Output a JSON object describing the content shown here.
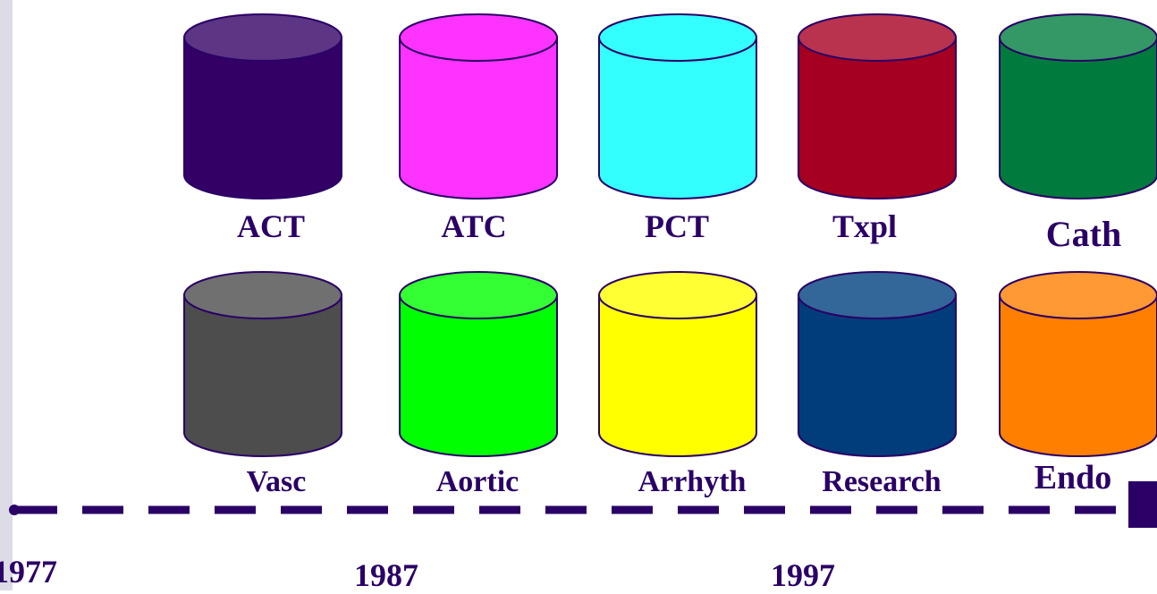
{
  "databases": [
    {
      "label": "ACT",
      "color": "#330066",
      "top_color": "#5c3585"
    },
    {
      "label": "ATC",
      "color": "#ff33ff",
      "top_color": "#ff33ff"
    },
    {
      "label": "PCT",
      "color": "#33ffff",
      "top_color": "#33ffff"
    },
    {
      "label": "Txpl",
      "color": "#a50021",
      "top_color": "#b9334f"
    },
    {
      "label": "Cath",
      "color": "#007a3d",
      "top_color": "#339866"
    },
    {
      "label": "Vasc",
      "color": "#4d4d4d",
      "top_color": "#707070"
    },
    {
      "label": "Aortic",
      "color": "#00ff00",
      "top_color": "#33ff33"
    },
    {
      "label": "Arrhyth",
      "color": "#ffff00",
      "top_color": "#ffff33"
    },
    {
      "label": "Research",
      "color": "#003d7a",
      "top_color": "#336699"
    },
    {
      "label": "Endo",
      "color": "#ff7f00",
      "top_color": "#ff9933"
    }
  ],
  "timeline": {
    "years": [
      "1977",
      "1987",
      "1997"
    ],
    "line_color": "#2a0066"
  }
}
